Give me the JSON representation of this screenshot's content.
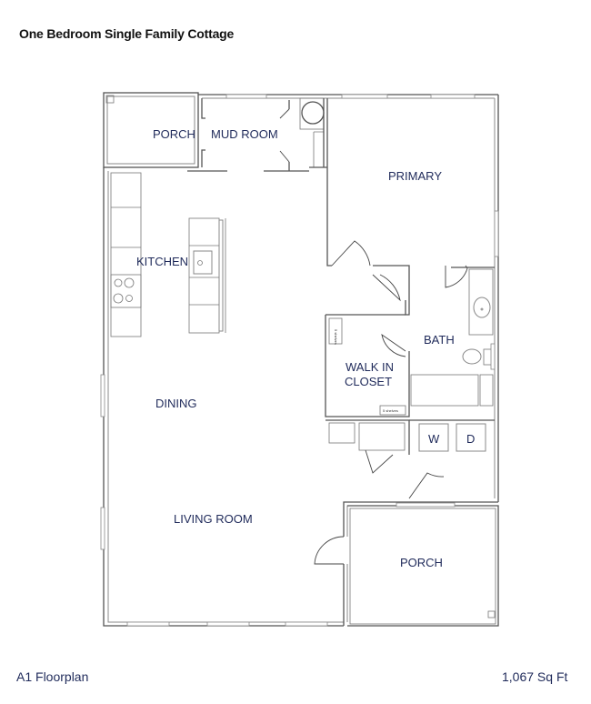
{
  "header": {
    "title": "One Bedroom Single Family Cottage"
  },
  "footer": {
    "plan_name": "A1 Floorplan",
    "area": "1,067 Sq Ft"
  },
  "rooms": {
    "porch_front": "PORCH",
    "mud_room": "MUD ROOM",
    "primary": "PRIMARY",
    "kitchen": "KITCHEN",
    "bath": "BATH",
    "walk_in_closet_line1": "WALK IN",
    "walk_in_closet_line2": "CLOSET",
    "dining": "DINING",
    "living_room": "LIVING ROOM",
    "porch_back": "PORCH"
  },
  "fixtures": {
    "washer": "W",
    "dryer": "D",
    "shelves_1": "5 shelves",
    "shelves_2": "5 shelves"
  },
  "colors": {
    "label_navy": "#1f2a5a",
    "wall_gray": "#555555"
  }
}
